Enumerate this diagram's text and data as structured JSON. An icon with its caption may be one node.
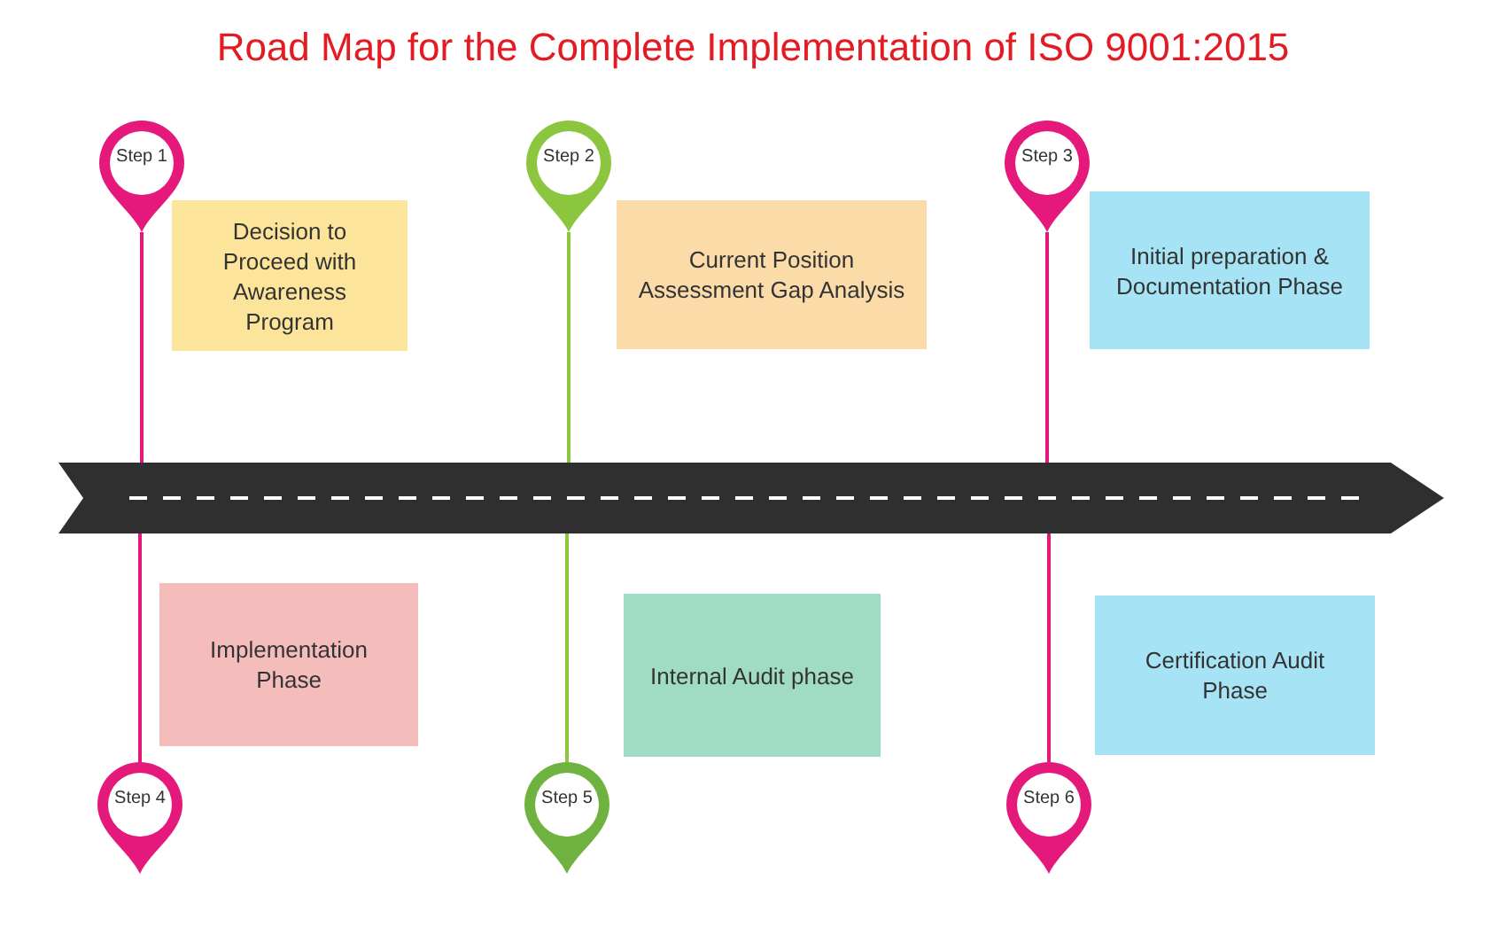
{
  "diagram": {
    "title": "Road Map for the Complete Implementation of ISO 9001:2015",
    "nodes": [
      {
        "text": [
          "Step 1"
        ]
      },
      {
        "text": [
          "Decision to Proceed with Awareness Program"
        ]
      },
      {
        "text": [
          "Step 2"
        ]
      },
      {
        "text": [
          "Current Position Assessment Gap Analysis"
        ]
      },
      {
        "text": [
          "Step 3"
        ]
      },
      {
        "text": [
          "Initial preparation & Documentation Phase"
        ]
      },
      {
        "text": [],
        "shape": "road"
      },
      {
        "text": [
          "Implementation Phase"
        ]
      },
      {
        "text": [
          "Internal Audit phase"
        ]
      },
      {
        "text": [
          "Certification Audit Phase"
        ]
      },
      {
        "text": [
          "Step 4"
        ]
      },
      {
        "text": [
          "Step 5"
        ]
      },
      {
        "text": [
          "Step 6"
        ]
      }
    ],
    "edges": [
      {
        "from": 0,
        "to": 6,
        "arrow": "none"
      },
      {
        "from": 2,
        "to": 6,
        "arrow": "none",
        "color": "#8cc63f"
      },
      {
        "from": 4,
        "to": 6,
        "arrow": "none"
      },
      {
        "from": 10,
        "to": 6,
        "arrow": "none"
      },
      {
        "from": 11,
        "to": 6,
        "arrow": "none",
        "color": "#8cc63f"
      },
      {
        "from": 12,
        "to": 6,
        "arrow": "none"
      }
    ]
  }
}
